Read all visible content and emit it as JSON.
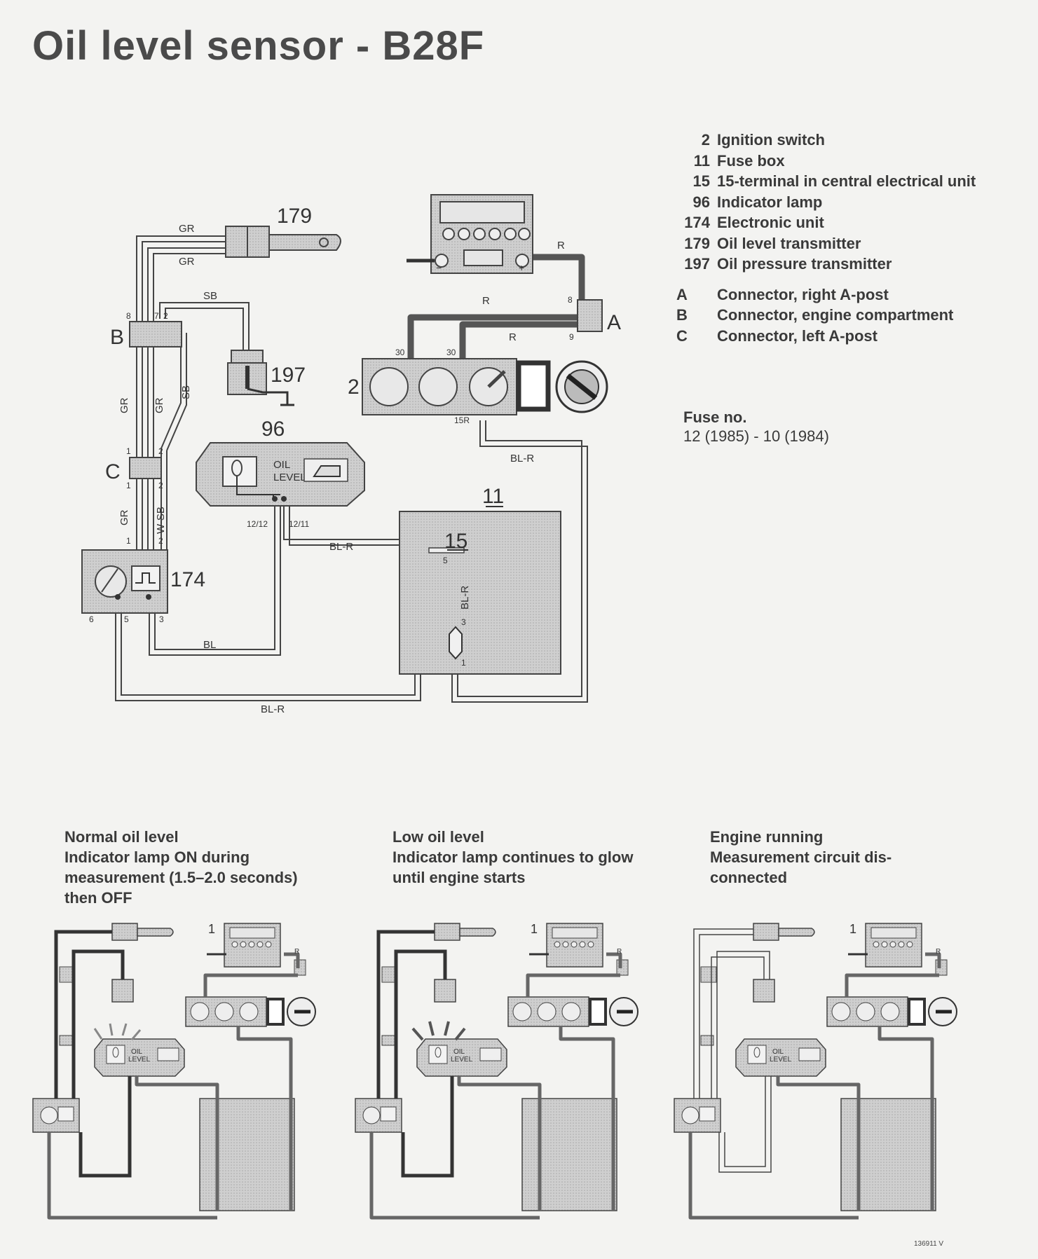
{
  "title": "Oil level sensor - B28F",
  "legend": {
    "components": [
      {
        "num": "2",
        "label": "Ignition switch"
      },
      {
        "num": "11",
        "label": "Fuse box"
      },
      {
        "num": "15",
        "label": "15-terminal in central electrical unit"
      },
      {
        "num": "96",
        "label": "Indicator lamp"
      },
      {
        "num": "174",
        "label": "Electronic unit"
      },
      {
        "num": "179",
        "label": "Oil level transmitter"
      },
      {
        "num": "197",
        "label": "Oil pressure transmitter"
      }
    ],
    "connectors": [
      {
        "letter": "A",
        "label": "Connector, right A-post"
      },
      {
        "letter": "B",
        "label": "Connector, engine compartment"
      },
      {
        "letter": "C",
        "label": "Connector, left A-post"
      }
    ]
  },
  "fuse": {
    "heading": "Fuse no.",
    "value": "12 (1985) - 10 (1984)"
  },
  "diagram_labels": {
    "c179": "179",
    "c197": "197",
    "c96": "96",
    "c174": "174",
    "c11": "11",
    "c15": "15",
    "c2": "2",
    "conn_a": "A",
    "conn_b": "B",
    "conn_c": "C",
    "oil_level_1": "OIL",
    "oil_level_2": "LEVEL",
    "w_gr1": "GR",
    "w_gr2": "GR",
    "w_sb": "SB",
    "w_sb2": "SB",
    "w_gr3": "GR",
    "w_gr4": "GR",
    "w_gr5": "GR",
    "w_wsb": "W-SB",
    "w_r1": "R",
    "w_r2": "R",
    "w_r3": "R",
    "w_blr1": "BL-R",
    "w_blr2": "BL-R",
    "w_blr3": "BL-R",
    "w_blr4": "BL-R",
    "w_bl": "BL",
    "p8a": "8",
    "p9a": "9",
    "p30a": "30",
    "p30b": "30",
    "p15r": "15R",
    "pb8": "8",
    "pb7": "7",
    "pb2": "2",
    "pc1": "1",
    "pc2": "2",
    "pc1b": "1",
    "pc2b": "2",
    "p1": "1",
    "p2": "2",
    "p6": "6",
    "p5": "5",
    "p3": "3",
    "p12_12": "12/12",
    "p12_11": "12/11",
    "p5f": "5",
    "p3f": "3",
    "p1f": "1",
    "bat_minus": "−",
    "bat_plus": "+"
  },
  "captions": [
    {
      "lines": [
        "Normal oil level",
        "Indicator lamp ON during",
        "measurement (1.5–2.0 seconds)",
        "then OFF"
      ]
    },
    {
      "lines": [
        "Low oil level",
        "Indicator lamp continues to glow",
        "until engine starts"
      ]
    },
    {
      "lines": [
        "Engine running",
        "Measurement circuit dis-",
        "connected"
      ]
    }
  ],
  "small_labels": {
    "s1_one": "1",
    "s1_r": "R",
    "s1_oil": "OIL",
    "s1_level": "LEVEL",
    "s2_one": "1",
    "s2_r": "R",
    "s2_oil": "OIL",
    "s2_level": "LEVEL",
    "s3_one": "1",
    "s3_r": "R",
    "s3_oil": "OIL",
    "s3_level": "LEVEL"
  },
  "ref_number": "136911 V",
  "colors": {
    "wire_dark": "#555555",
    "fill_gray": "#c8c8c8",
    "ink": "#333333"
  }
}
